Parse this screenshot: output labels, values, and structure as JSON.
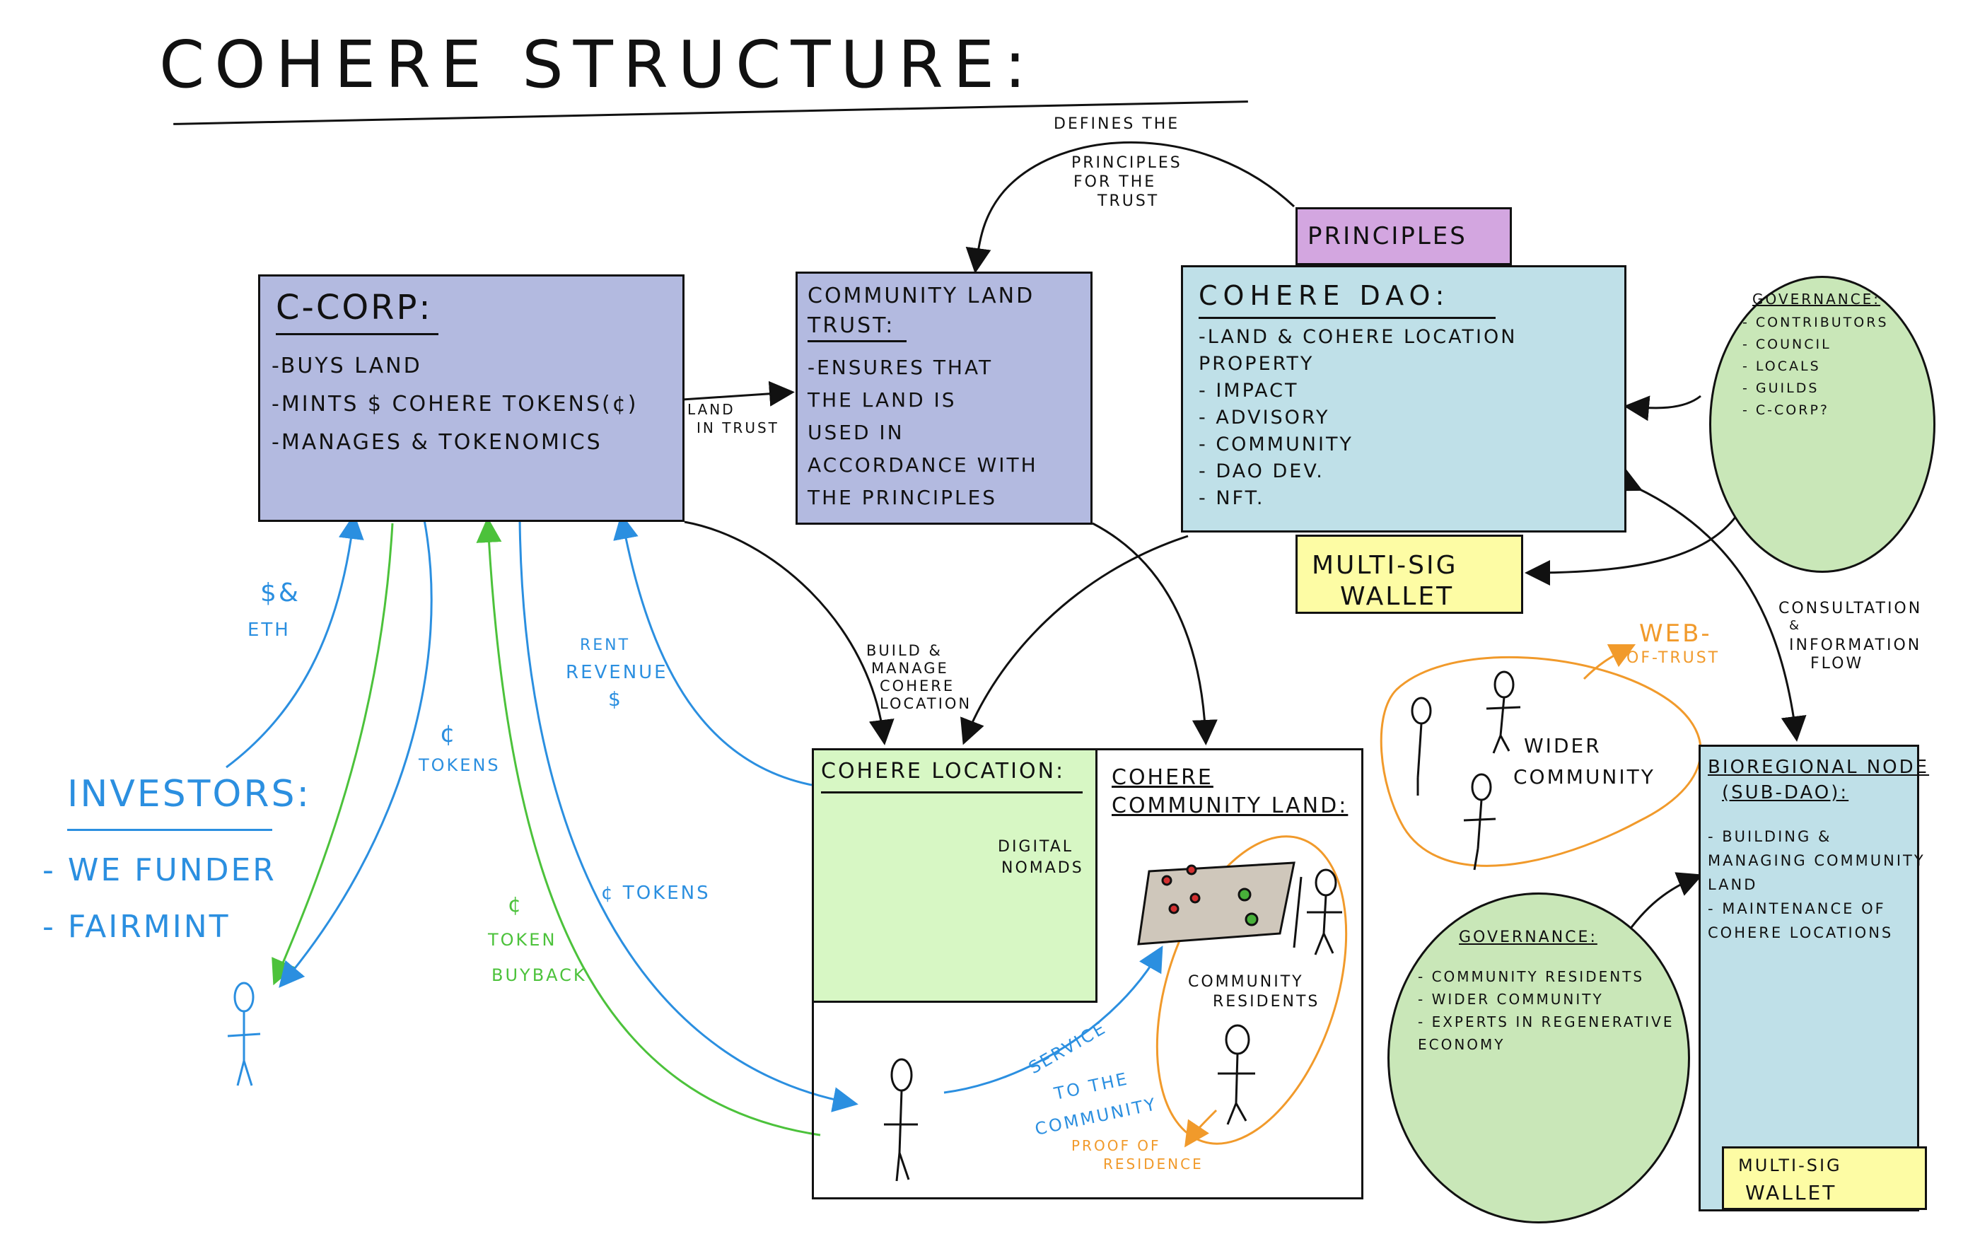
{
  "title": "COHERE   STRUCTURE:",
  "colors": {
    "corp": "#b3bae0",
    "trust": "#b3bae0",
    "dao": "#bfe0e8",
    "principles": "#d3a6e0",
    "wallet": "#fdfca4",
    "governance": "#c9e7b8",
    "location": "#d7f7c4",
    "blue_arrow": "#2b8fe0",
    "green_arrow": "#4cc23b",
    "orange": "#f19a2b"
  },
  "ccorp": {
    "title": "C-CORP:",
    "items": [
      "-BUYS   LAND",
      "-MINTS  $ COHERE  TOKENS(¢)",
      "-MANAGES  & TOKENOMICS"
    ]
  },
  "trust": {
    "title_line1": "COMMUNITY LAND",
    "title_line2": "TRUST:",
    "items": [
      "-ENSURES  THAT",
      " THE  LAND  IS",
      "USED  IN",
      "ACCORDANCE WITH",
      "THE  PRINCIPLES"
    ]
  },
  "principles": {
    "label": "PRINCIPLES"
  },
  "dao": {
    "title": "COHERE    DAO:",
    "items": [
      "-LAND & COHERE  LOCATION",
      "  PROPERTY",
      "- IMPACT",
      "- ADVISORY",
      "- COMMUNITY",
      "- DAO  DEV.",
      "- NFT."
    ]
  },
  "wallet_top": {
    "line1": "MULTI-SIG",
    "line2": "WALLET"
  },
  "gov_top": {
    "title": "GOVERNANCE:",
    "items": [
      "- CONTRIBUTORS",
      "- COUNCIL",
      "- LOCALS",
      "- GUILDS",
      "- C-CORP?"
    ]
  },
  "labels": {
    "defines": "DEFINES  THE",
    "principles_for": "PRINCIPLES",
    "for_the": "FOR  THE",
    "trust_word": "TRUST",
    "land_in": "LAND",
    "in_trust": "IN  TRUST",
    "build1": "BUILD &",
    "build2": "MANAGE",
    "build3": "COHERE",
    "build4": "LOCATION",
    "consult1": "CONSULTATION",
    "consult2": "&",
    "consult3": "INFORMATION",
    "consult4": "FLOW",
    "web1": "WEB-",
    "web2": "OF-TRUST",
    "eth1": "$&",
    "eth2": "ETH",
    "tokens1": "¢",
    "tokens2": "TOKENS",
    "rent1": "RENT",
    "rent2": "REVENUE",
    "rent3": "$",
    "ctokens": "¢ TOKENS",
    "buyback1": "¢",
    "buyback2": "TOKEN",
    "buyback3": "BUYBACK",
    "service1": "SERVICE",
    "service2": "TO  THE",
    "service3": "COMMUNITY",
    "proof1": "PROOF OF",
    "proof2": "RESIDENCE"
  },
  "investors": {
    "title": "INVESTORS:",
    "items": [
      "- WE FUNDER",
      "- FAIRMINT"
    ]
  },
  "location": {
    "title": "COHERE  LOCATION:",
    "digital1": "DIGITAL",
    "digital2": "NOMADS"
  },
  "community_land": {
    "title1": "COHERE",
    "title2": "COMMUNITY  LAND:",
    "residents1": "COMMUNITY",
    "residents2": "RESIDENTS"
  },
  "wider": {
    "line1": "WIDER",
    "line2": "COMMUNITY"
  },
  "bioregional": {
    "title1": "BIOREGIONAL  NODE",
    "title2": "(SUB-DAO):",
    "items": [
      "- BUILDING &",
      "  MANAGING COMMUNITY",
      "  LAND",
      "- MAINTENANCE  OF",
      "  COHERE   LOCATIONS"
    ]
  },
  "wallet_bottom": {
    "line1": "MULTI-SIG",
    "line2": "WALLET"
  },
  "gov_bottom": {
    "title": "GOVERNANCE:",
    "items": [
      "- COMMUNITY  RESIDENTS",
      "- WIDER  COMMUNITY",
      "- EXPERTS  IN  REGENERATIVE",
      "  ECONOMY"
    ]
  }
}
